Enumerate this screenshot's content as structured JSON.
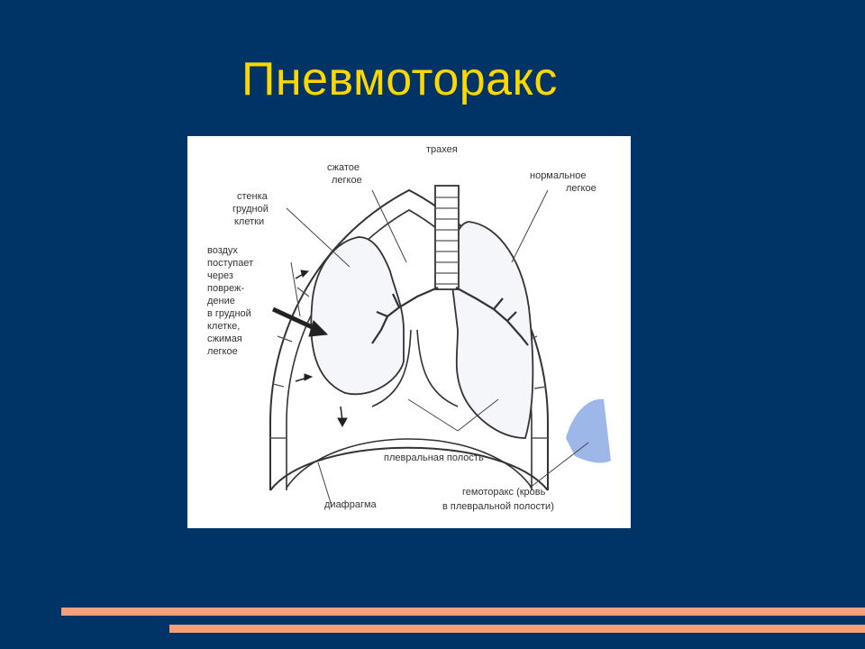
{
  "slide": {
    "title": "Пневмоторакс",
    "colors": {
      "background": "#003366",
      "title": "#FFD700",
      "accent_bars": "#F4A07A",
      "blood": "#9DB8E8"
    }
  },
  "diagram": {
    "labels": {
      "trachea": "трахея",
      "compressed_lung_1": "сжатое",
      "compressed_lung_2": "легкое",
      "normal_lung_1": "нормальное",
      "normal_lung_2": "легкое",
      "chest_wall_1": "стенка",
      "chest_wall_2": "грудной",
      "chest_wall_3": "клетки",
      "air_1": "воздух",
      "air_2": "поступает",
      "air_3": "через",
      "air_4": "повреж-",
      "air_5": "дение",
      "air_6": "в грудной",
      "air_7": "клетке,",
      "air_8": "сжимая",
      "air_9": "легкое",
      "pleural_cavity": "плевральная полость",
      "diaphragm": "диафрагма",
      "hemothorax_1": "гемоторакс (кровь",
      "hemothorax_2": "в плевральной полости)"
    }
  }
}
